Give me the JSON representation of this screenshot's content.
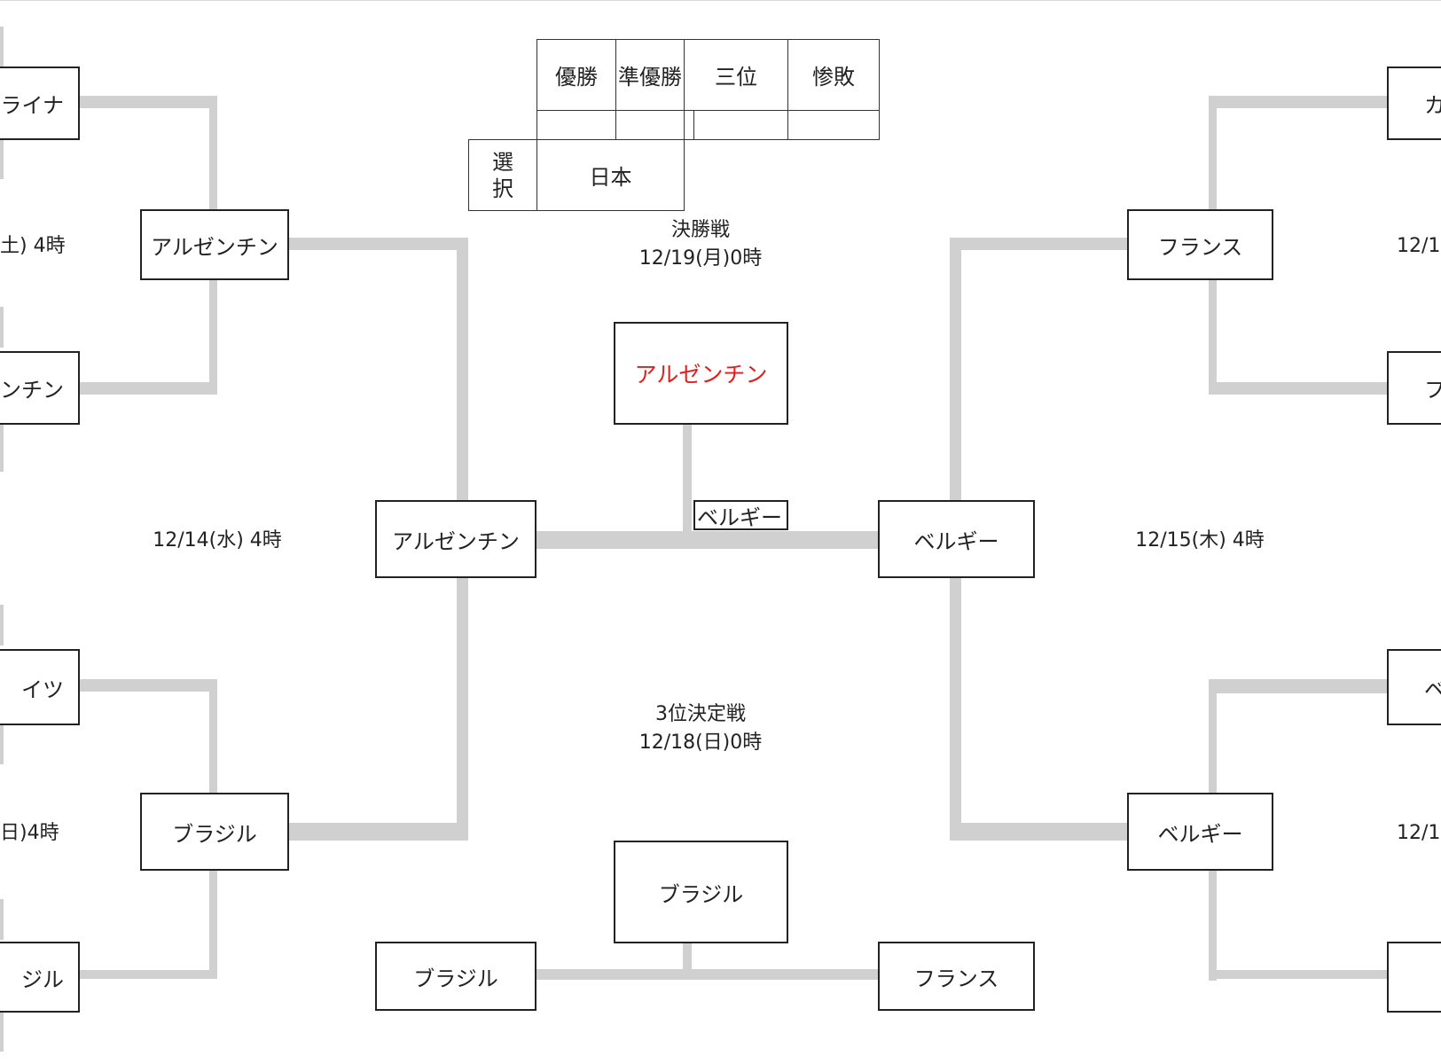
{
  "legend": {
    "headers": [
      "優勝",
      "準優勝",
      "三位",
      "惨敗"
    ],
    "values": [
      "",
      "",
      "",
      ""
    ],
    "select_label": "選\n択",
    "select_label_top": "選",
    "select_label_bottom": "択",
    "selected_team": "日本"
  },
  "colors": {
    "winner_text": "#e02020",
    "bracket_line": "#d0d0d0",
    "border": "#222222"
  },
  "final": {
    "title": "決勝戦",
    "date": "12/19(月)0時",
    "champion": "アルゼンチン",
    "pick_label": "ベルギー"
  },
  "third_place": {
    "title": "3位決定戦",
    "date": "12/18(日)0時",
    "winner": "ブラジル",
    "team_left": "ブラジル",
    "team_right": "フランス"
  },
  "left": {
    "r16": [
      "ライナ",
      "ンチン",
      "イツ",
      "ジル"
    ],
    "qf": [
      "アルゼンチン",
      "ブラジル"
    ],
    "sf": "アルゼンチン",
    "dates": [
      "土) 4時",
      "12/14(水) 4時",
      "日)4時"
    ]
  },
  "right": {
    "r16": [
      "カ",
      "フ",
      "ベ",
      ""
    ],
    "qf": [
      "フランス",
      "ベルギー"
    ],
    "sf": "ベルギー",
    "dates": [
      "12/1",
      "12/15(木) 4時",
      "12/1"
    ]
  }
}
